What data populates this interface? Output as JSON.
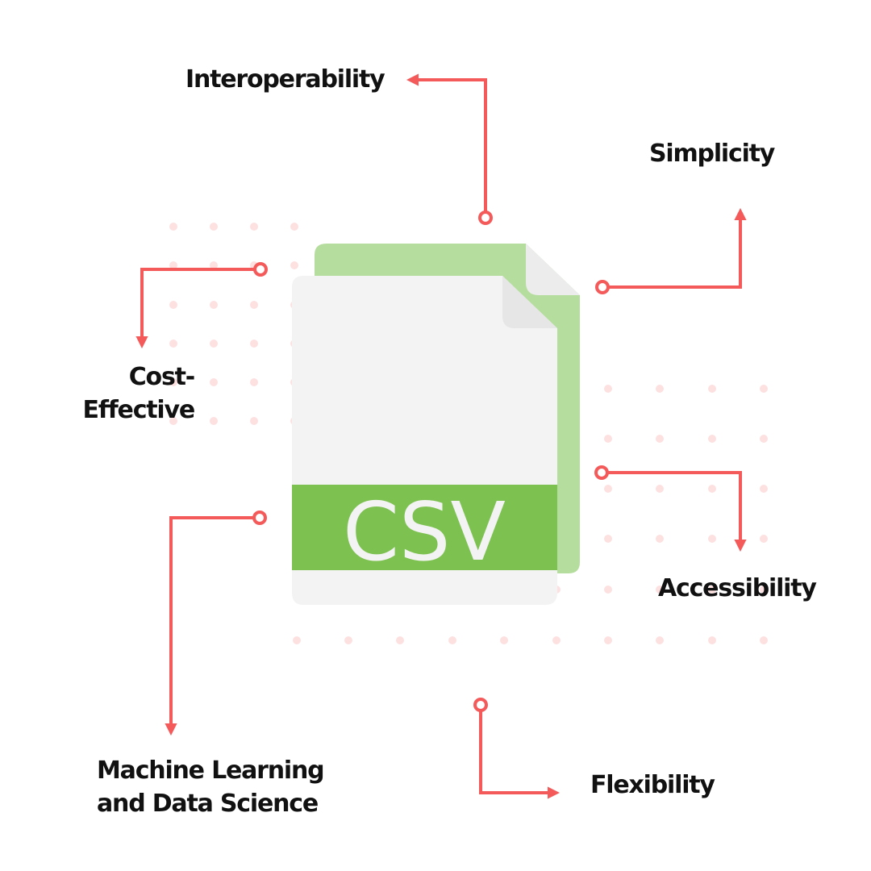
{
  "colors": {
    "arrow": "#f55a5a",
    "dot": "#fde1e1",
    "file_back": "#b5dd9d",
    "file_front": "#f3f3f3",
    "file_fold": "#e6e6e6",
    "band": "#7dc250",
    "band_text": "#f3f3f3",
    "label_text": "#111111"
  },
  "file_icon": {
    "name": "csv-file-icon",
    "label": "CSV"
  },
  "labels": {
    "interoperability": "Interoperability",
    "simplicity": "Simplicity",
    "cost_effective": [
      "Cost-",
      "Effective"
    ],
    "accessibility": "Accessibility",
    "machine_learning": [
      "Machine Learning",
      "and Data Science"
    ],
    "flexibility": "Flexibility"
  }
}
